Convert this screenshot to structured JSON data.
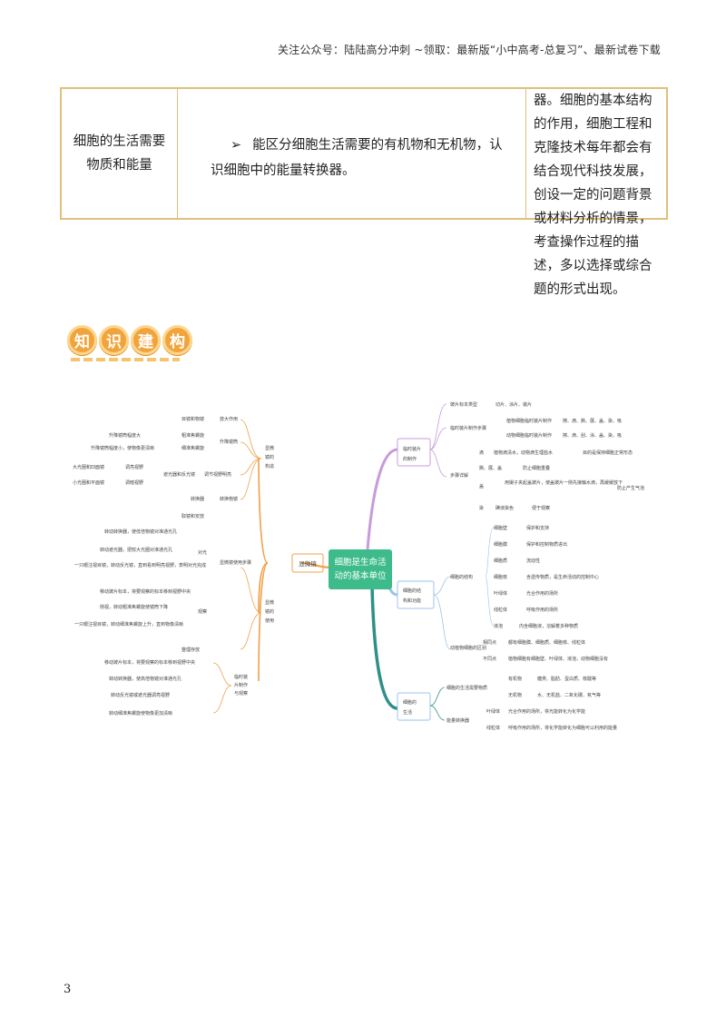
{
  "header": {
    "text": "关注公众号：陆陆高分冲刺  ~领取：最新版“小中高考-总复习”、最新试卷下载"
  },
  "table": {
    "topic": "细胞的生活需要物质和能量",
    "requirement_bullet": "➢",
    "requirement": "能区分细胞生活需要的有机物和无机物，认识细胞中的能量转换器。",
    "note": "器。细胞的基本结构的作用，细胞工程和克隆技术每年都会有结合现代科技发展，创设一定的问题背景或材料分析的情景，考查操作过程的描述，多以选择或综合题的形式出现。"
  },
  "section": {
    "chars": [
      "知",
      "识",
      "建",
      "构"
    ]
  },
  "mindmap": {
    "center": [
      "细胞是生命活",
      "动的基本单位"
    ],
    "colors": {
      "orange": "#f0a04b",
      "purple": "#c79bdc",
      "blue": "#9cc3e8",
      "teal": "#2f8f8a",
      "center": "#3dbb8a"
    },
    "left_main": "显微镜",
    "left_groups": [
      {
        "label": [
          "显微",
          "镜的",
          "构造"
        ],
        "items": [
          "目镜和物镜",
          "放大作用",
          "升降镜筒",
          "粗准焦螺旋",
          "细准焦螺旋",
          "调节视野明亮",
          "遮光器和反光镜",
          "转换器",
          "转换物镜"
        ],
        "leaves": [
          "升降镜筒幅度大",
          "升降镜筒幅度小，使物像更清晰",
          "大光圈和凹面镜",
          "调亮视野",
          "小光圈和平面镜",
          "调暗视野"
        ]
      },
      {
        "label": [
          "显微",
          "镜的",
          "使用"
        ],
        "sub": [
          "显微镜使用步骤",
          "对光",
          "观察",
          "整理存放",
          "取镜和安放"
        ],
        "leaves": [
          "转动转换器，使低倍物镜对准通光孔",
          "转动遮光器，把较大光圈对准通光孔",
          "一只眼注视目镜，转动反光镜，直到看到明亮视野，表明对光完成",
          "移动玻片标本，将要观察的标本移到视野中央",
          "侧视，转动粗准焦螺旋使镜筒下降",
          "一只眼注视目镜，转动细准焦螺旋上升，直到物像清晰"
        ]
      },
      {
        "label": [
          "临时装",
          "片制作",
          "与观察"
        ],
        "leaves": [
          "移动玻片标本，将要观察的标本移到视野中央",
          "转动转换器，使高倍物镜对准通光孔",
          "转动反光镜或遮光器调亮视野",
          "转动细准焦螺旋使物像更加清晰"
        ]
      }
    ],
    "right_groups": [
      {
        "label": [
          "临时装片",
          "的制作"
        ],
        "items": [
          "玻片标本类型",
          "切片、涂片、装片",
          "临时装片制作步骤",
          "植物细胞临时装片制作",
          "擦、滴、撕、展、盖、染、吸",
          "动物细胞临时装片制作",
          "擦、滴、刮、涂、盖、染、吸",
          "步骤详解",
          "滴",
          "植物滴清水，动物滴生理盐水",
          "目的是保持细胞正常形态",
          "撕、展、盖",
          "防止细胞重叠",
          "盖",
          "用镊子夹起盖玻片，使盖玻片一侧先接触水滴，再缓缓放下",
          "防止产生气泡",
          "染",
          "碘液染色",
          "便于观察"
        ]
      },
      {
        "label": [
          "细胞的结",
          "构和功能"
        ],
        "items": [
          "细胞的结构",
          "细胞壁",
          "保护和支持",
          "细胞膜",
          "保护和控制物质进出",
          "细胞质",
          "流动性",
          "细胞核",
          "含遗传物质，是生命活动的控制中心",
          "叶绿体",
          "光合作用的场所",
          "线粒体",
          "呼吸作用的场所",
          "液泡",
          "内含细胞液，溶解着多种物质",
          "动植物细胞的区别",
          "相同点",
          "都有细胞膜、细胞质、细胞核、线粒体",
          "不同点",
          "植物细胞有细胞壁、叶绿体、液泡，动物细胞没有"
        ]
      },
      {
        "label": [
          "细胞的",
          "生活"
        ],
        "items": [
          "细胞的生活需要物质",
          "有机物",
          "糖类、脂肪、蛋白质、核酸等",
          "无机物",
          "水、无机盐、二氧化碳、氧气等",
          "能量转换器",
          "叶绿体",
          "光合作用的场所，将光能转化为化学能",
          "线粒体",
          "呼吸作用的场所，将化学能转化为细胞可以利用的能量"
        ]
      }
    ]
  },
  "page_number": "3"
}
